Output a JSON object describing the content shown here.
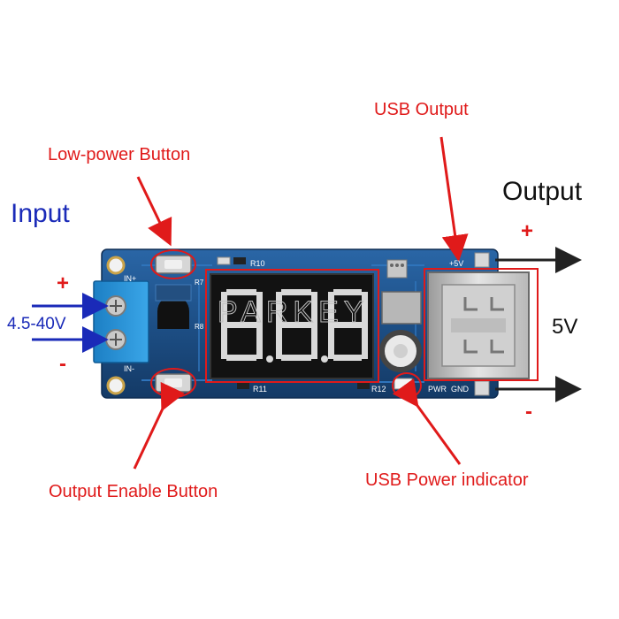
{
  "labels": {
    "usb_output": "USB Output",
    "low_power_button": "Low-power Button",
    "input_title": "Input",
    "output_title": "Output",
    "input_plus": "+",
    "input_minus": "-",
    "input_voltage": "4.5-40V",
    "output_plus": "+",
    "output_minus": "-",
    "output_voltage": "5V",
    "output_enable_button": "Output Enable Button",
    "usb_power_indicator": "USB Power indicator"
  },
  "board": {
    "watermark": "PARKEY",
    "silk_in_plus": "IN+",
    "silk_in_minus": "IN-",
    "silk_r10": "R10",
    "silk_r11": "R11",
    "silk_r12": "R12",
    "silk_r7": "R7",
    "silk_r8": "R8",
    "silk_5v": "+5V",
    "silk_pwr": "PWR",
    "silk_gnd": "GND"
  },
  "colors": {
    "annotation_red": "#e01a1a",
    "input_blue": "#1a2ab8",
    "pcb_blue": "#1d4f86"
  }
}
